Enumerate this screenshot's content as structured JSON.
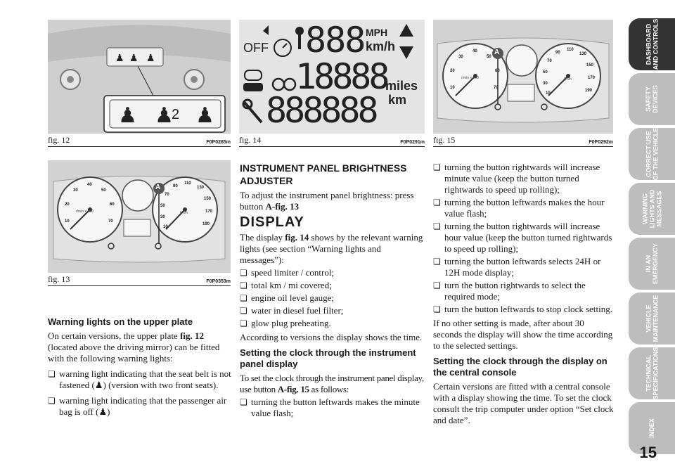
{
  "figures": {
    "fig12": {
      "label": "fig. 12",
      "code": "F0P0285m"
    },
    "fig13": {
      "label": "fig. 13",
      "code": "F0P0353m"
    },
    "fig14": {
      "label": "fig. 14",
      "code": "F0P0291m"
    },
    "fig15": {
      "label": "fig. 15",
      "code": "F0P0292m"
    }
  },
  "display_panel": {
    "off": "OFF",
    "digits_top": "888",
    "digits_mid": "18888",
    "digits_bottom": "888888",
    "unit_mph": "MPH",
    "unit_kmh": "km/h",
    "unit_miles": "miles",
    "unit_km": "km"
  },
  "gauge": {
    "marker": "A",
    "scale_left": "r/min x 100",
    "scale_right": "km/h",
    "ticks_left": [
      "10",
      "20",
      "30",
      "40",
      "50",
      "60",
      "70"
    ],
    "ticks_right": [
      "10",
      "30",
      "50",
      "70",
      "90",
      "110",
      "130",
      "150",
      "170",
      "190"
    ],
    "fig12_number": "2"
  },
  "left_col": {
    "heading": "Warning lights on the upper plate",
    "intro_pre": "On certain versions, the upper plate ",
    "intro_ref": "fig. 12",
    "intro_post": " (located above the driving mirror) can be fitted with the following warning lights:",
    "item1": "warning light indicating that the seat belt is not fastened (",
    "item1_end": ") (version with two front seats).",
    "item2": "warning light indicating that the passenger air bag is off (",
    "item2_end": ")"
  },
  "mid_col": {
    "heading": "INSTRUMENT PANEL BRIGHTNESS ADJUSTER",
    "brightness_text": "To adjust the instrument panel brightness: press button ",
    "brightness_ref": "A-fig. 13",
    "display_title": "DISPLAY",
    "display_intro_pre": "The display ",
    "display_intro_ref": "fig. 14",
    "display_intro_post": " shows by the relevant warning lights (see section “Warning lights and messages”):",
    "items": [
      "speed limiter / control;",
      "total km / mi covered;",
      "engine oil level gauge;",
      "water in diesel fuel filter;",
      "glow plug preheating."
    ],
    "versions_text": "According to versions the display shows the time.",
    "clock_heading": "Setting the clock through the instrument panel display",
    "clock_text_pre": "To set the clock through the instrument panel display, use button ",
    "clock_text_ref": "A-fig. 15",
    "clock_text_post": " as follows:",
    "clock_item1": "turning the button leftwards makes the minute value flash;"
  },
  "right_col": {
    "items": [
      "turning the button rightwards will increase minute value (keep the button turned rightwards to speed up rolling);",
      "turning the button leftwards makes the hour value flash;",
      "turning the button rightwards will increase hour value (keep the button turned rightwards to speed up rolling);",
      "turning the button leftwards selects 24H or 12H mode display;",
      "turn the button rightwards to select the required mode;",
      "turn the button leftwards to stop clock setting."
    ],
    "auto_text": "If no other setting is made, after about 30 seconds the display will show the time according to the selected settings.",
    "console_heading": "Setting the clock through the display on the central console",
    "console_text": "Certain versions are fitted with a central console with a display showing the time. To set the clock consult the trip computer under option “Set clock and date”."
  },
  "tabs": [
    "DASHBOARD\nAND CONTROLS",
    "SAFETY\nDEVICES",
    "CORRECT USE\nOF THE VEHICLE",
    "WARNING\nLIGHTS AND\nMESSAGES",
    "IN AN\nEMERGENCY",
    "VEHICLE\nMAINTENANCE",
    "TECHNICAL\nSPECIFICATIONS",
    "INDEX"
  ],
  "page_number": "15"
}
